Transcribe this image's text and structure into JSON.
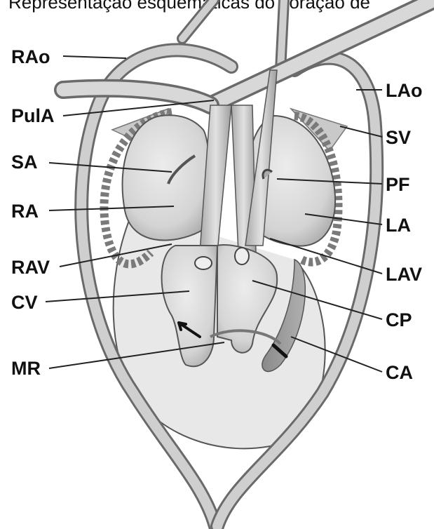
{
  "diagram": {
    "title": "Representação esquemáticas do coração de",
    "labels_left": {
      "rao": "RAo",
      "pula": "PulA",
      "sa": "SA",
      "ra": "RA",
      "rav": "RAV",
      "cv": "CV",
      "mr": "MR"
    },
    "labels_right": {
      "lao": "LAo",
      "sv": "SV",
      "pf": "PF",
      "la": "LA",
      "lav": "LAV",
      "cp": "CP",
      "ca": "CA"
    }
  }
}
